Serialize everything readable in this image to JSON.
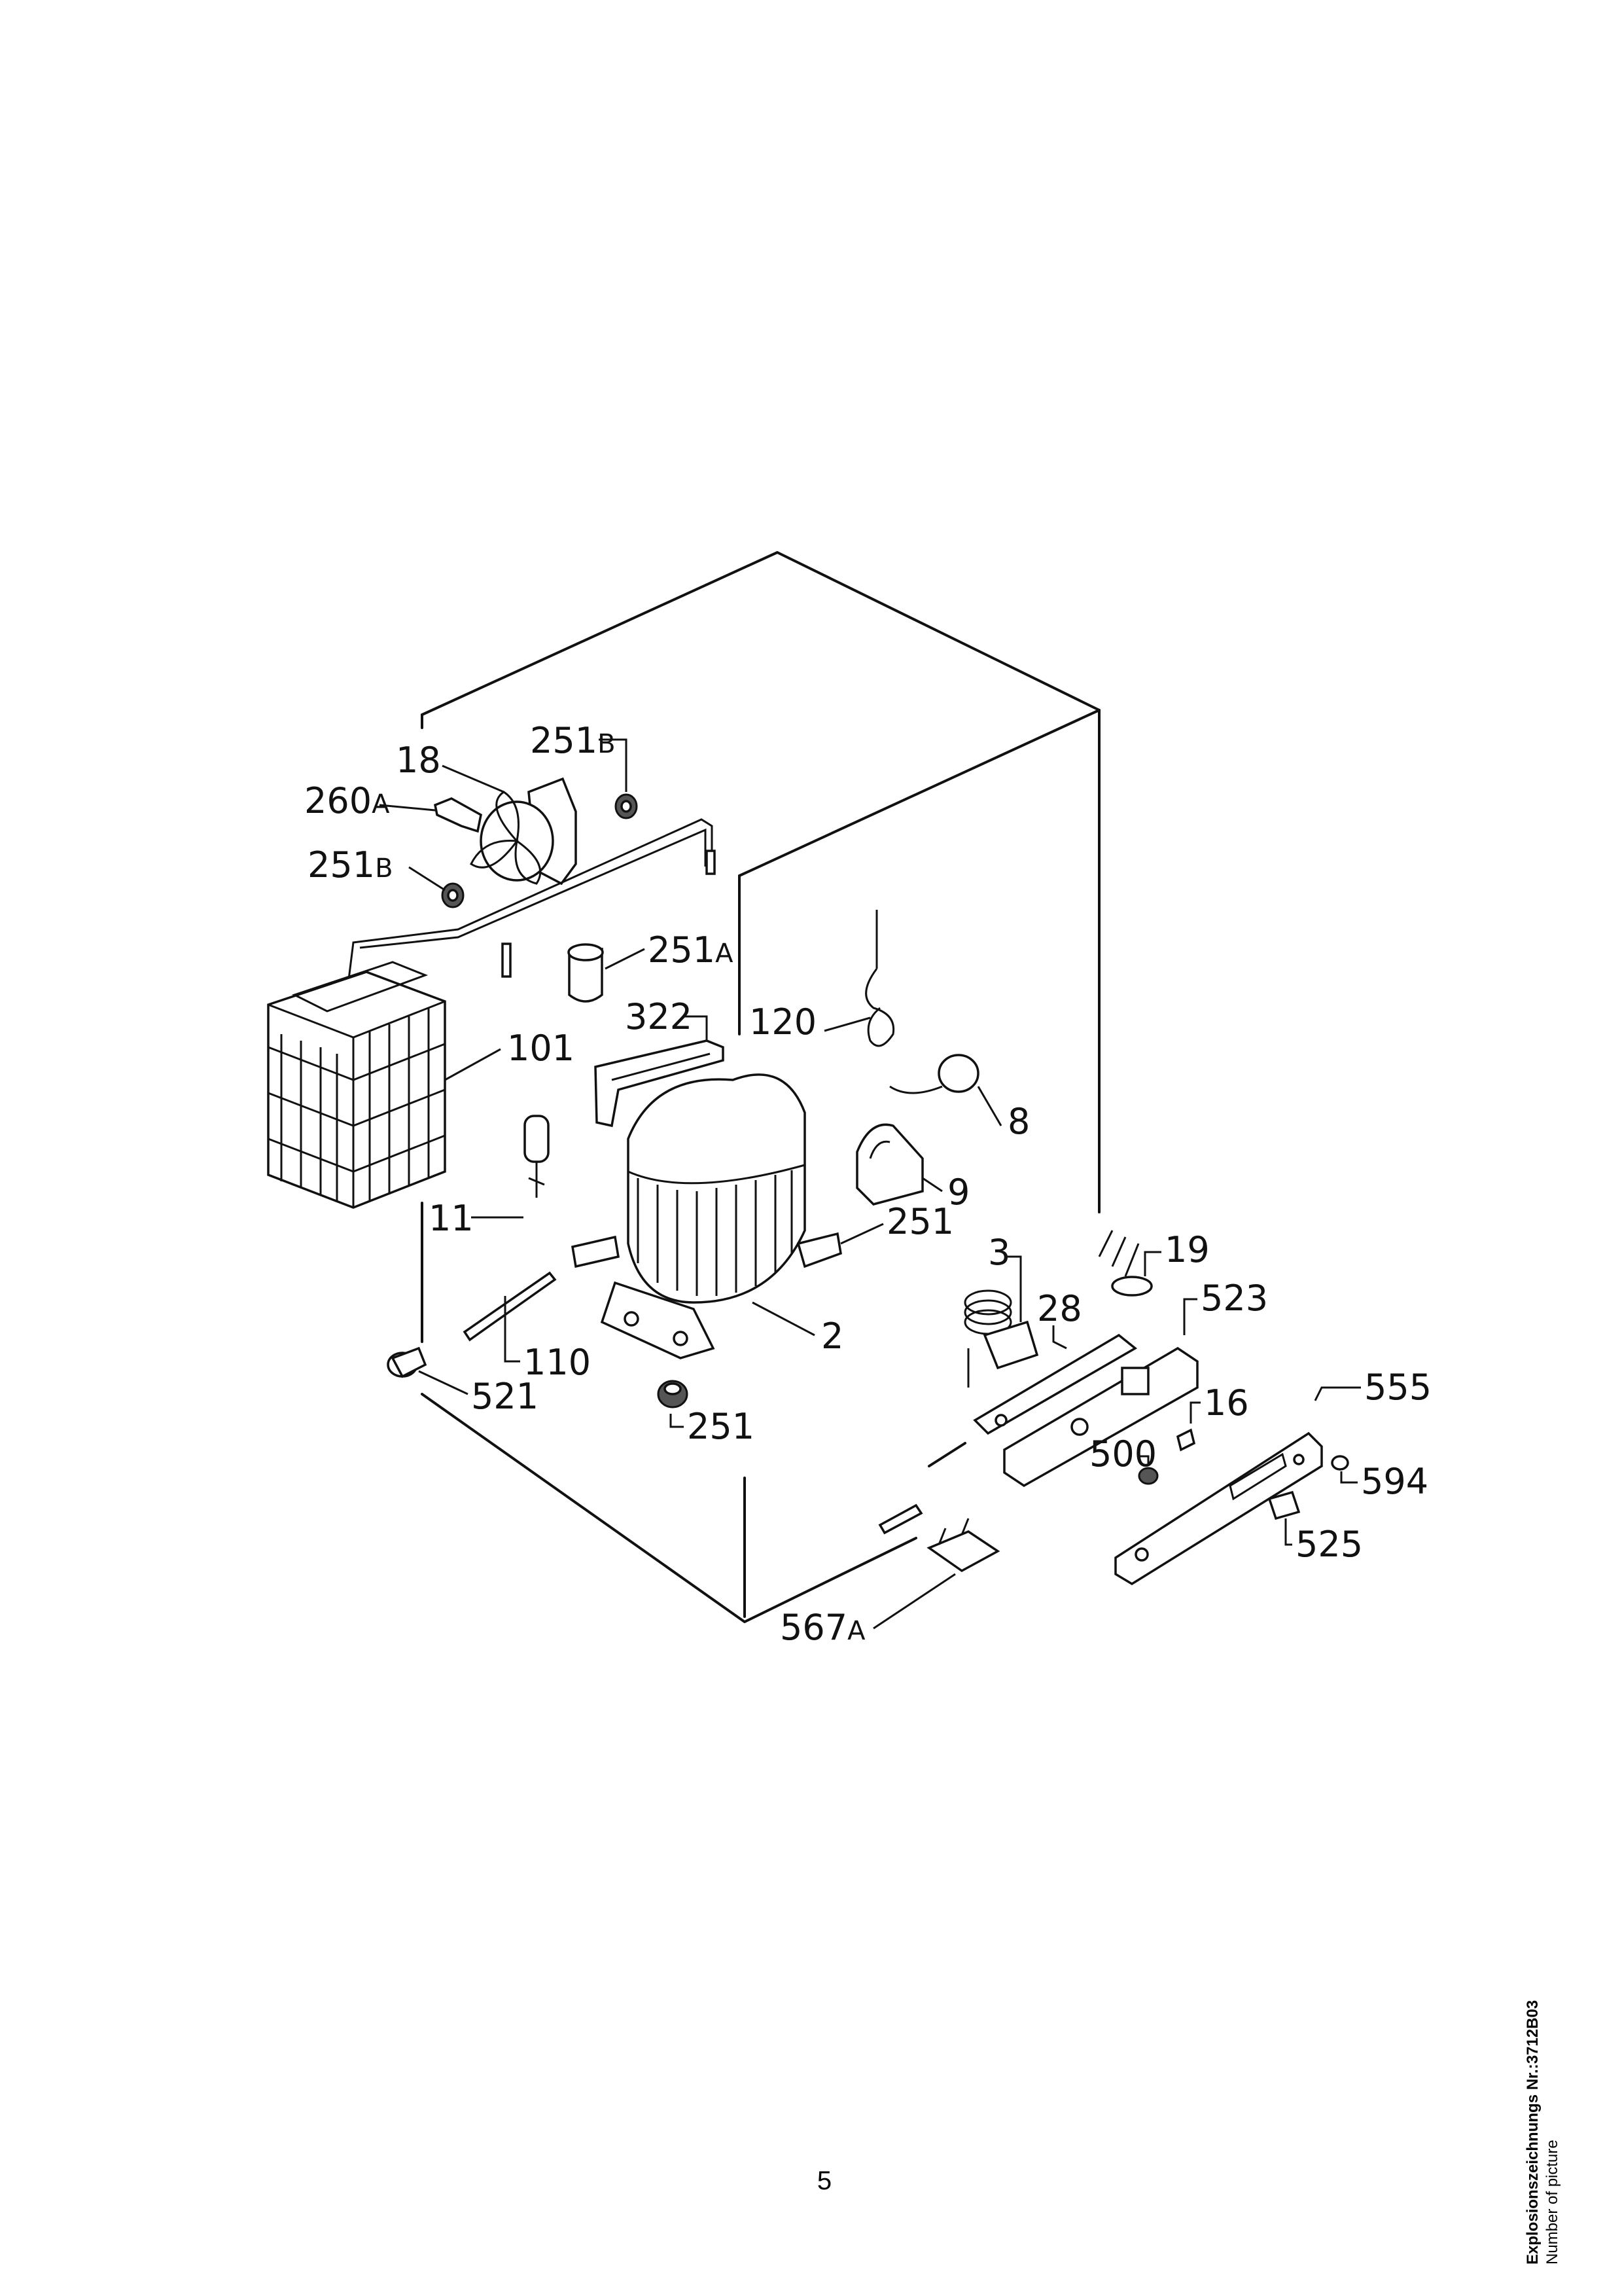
{
  "callouts": {
    "c251b_top": {
      "num": "251",
      "suf": "B"
    },
    "c18": "18",
    "c260a": {
      "num": "260",
      "suf": "A"
    },
    "c251b_left": {
      "num": "251",
      "suf": "B"
    },
    "c251a": {
      "num": "251",
      "suf": "A"
    },
    "c322": "322",
    "c101": "101",
    "c120": "120",
    "c8": "8",
    "c9": "9",
    "c11": "11",
    "c251_r": "251",
    "c3": "3",
    "c19": "19",
    "c28": "28",
    "c523": "523",
    "c2": "2",
    "c110": "110",
    "c521": "521",
    "c251_b": "251",
    "c555": "555",
    "c16": "16",
    "c500": "500",
    "c594": "594",
    "c525": "525",
    "c567a": {
      "num": "567",
      "suf": "A"
    }
  },
  "footer": {
    "drawing_label": "Explosionszeichnungs Nr.:3712B03",
    "drawing_label_en": "Number of picture",
    "page_number": "5"
  }
}
